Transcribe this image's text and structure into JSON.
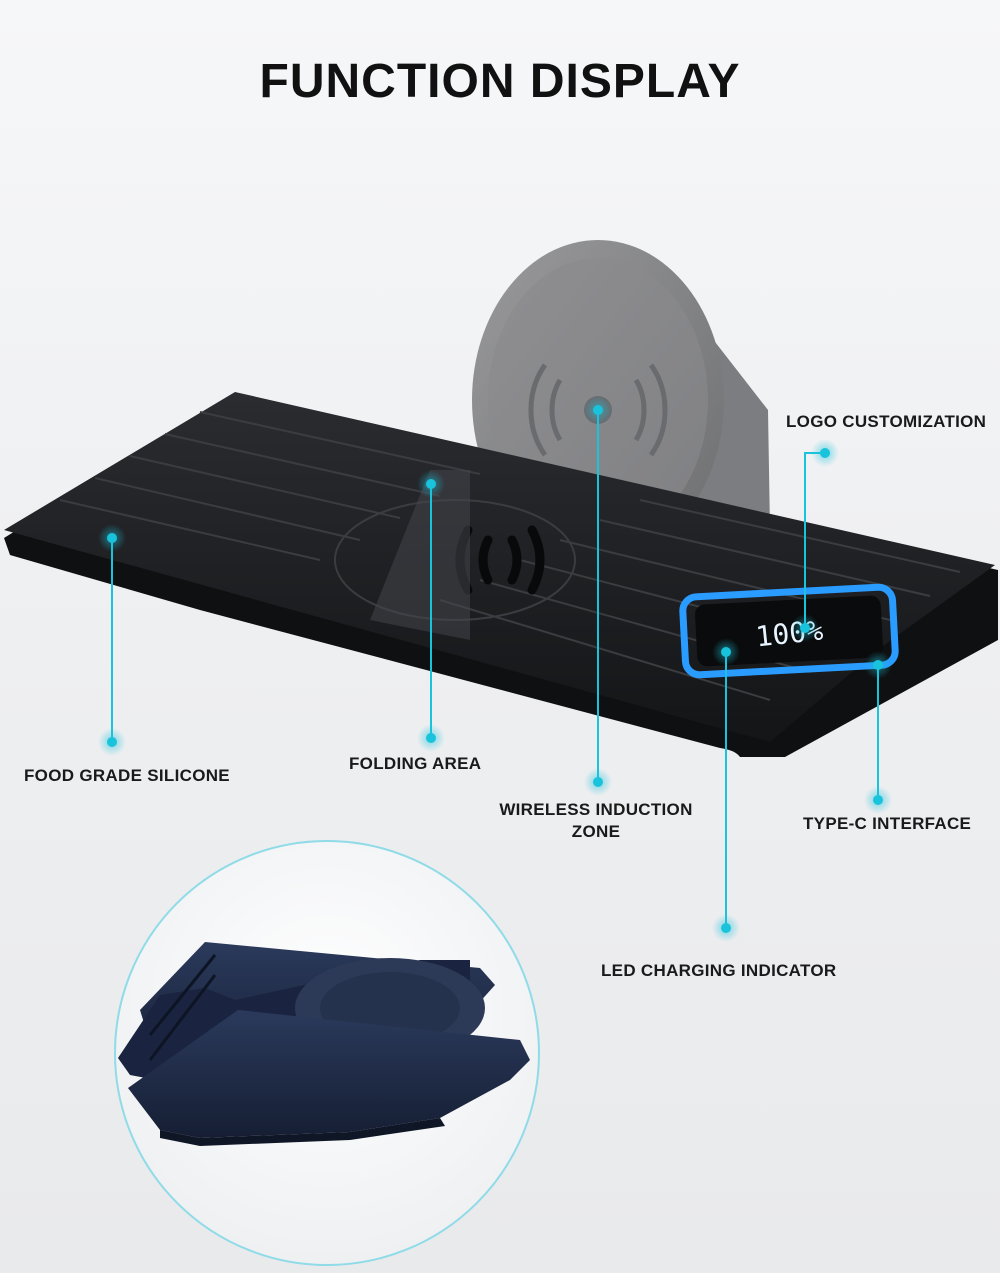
{
  "title": "FUNCTION DISPLAY",
  "callouts": {
    "logo": "LOGO CUSTOMIZATION",
    "food_grade": "FOOD GRADE SILICONE",
    "folding": "FOLDING AREA",
    "wireless_line1": "WIRELESS INDUCTION",
    "wireless_line2": "ZONE",
    "typec": "TYPE-C INTERFACE",
    "led": "LED CHARGING INDICATOR"
  },
  "display_readout": "100%",
  "colors": {
    "accent": "#19c3dc",
    "mat": "#161719",
    "led_glow": "#2a9bff",
    "folded_body": "#1f2d4a"
  }
}
